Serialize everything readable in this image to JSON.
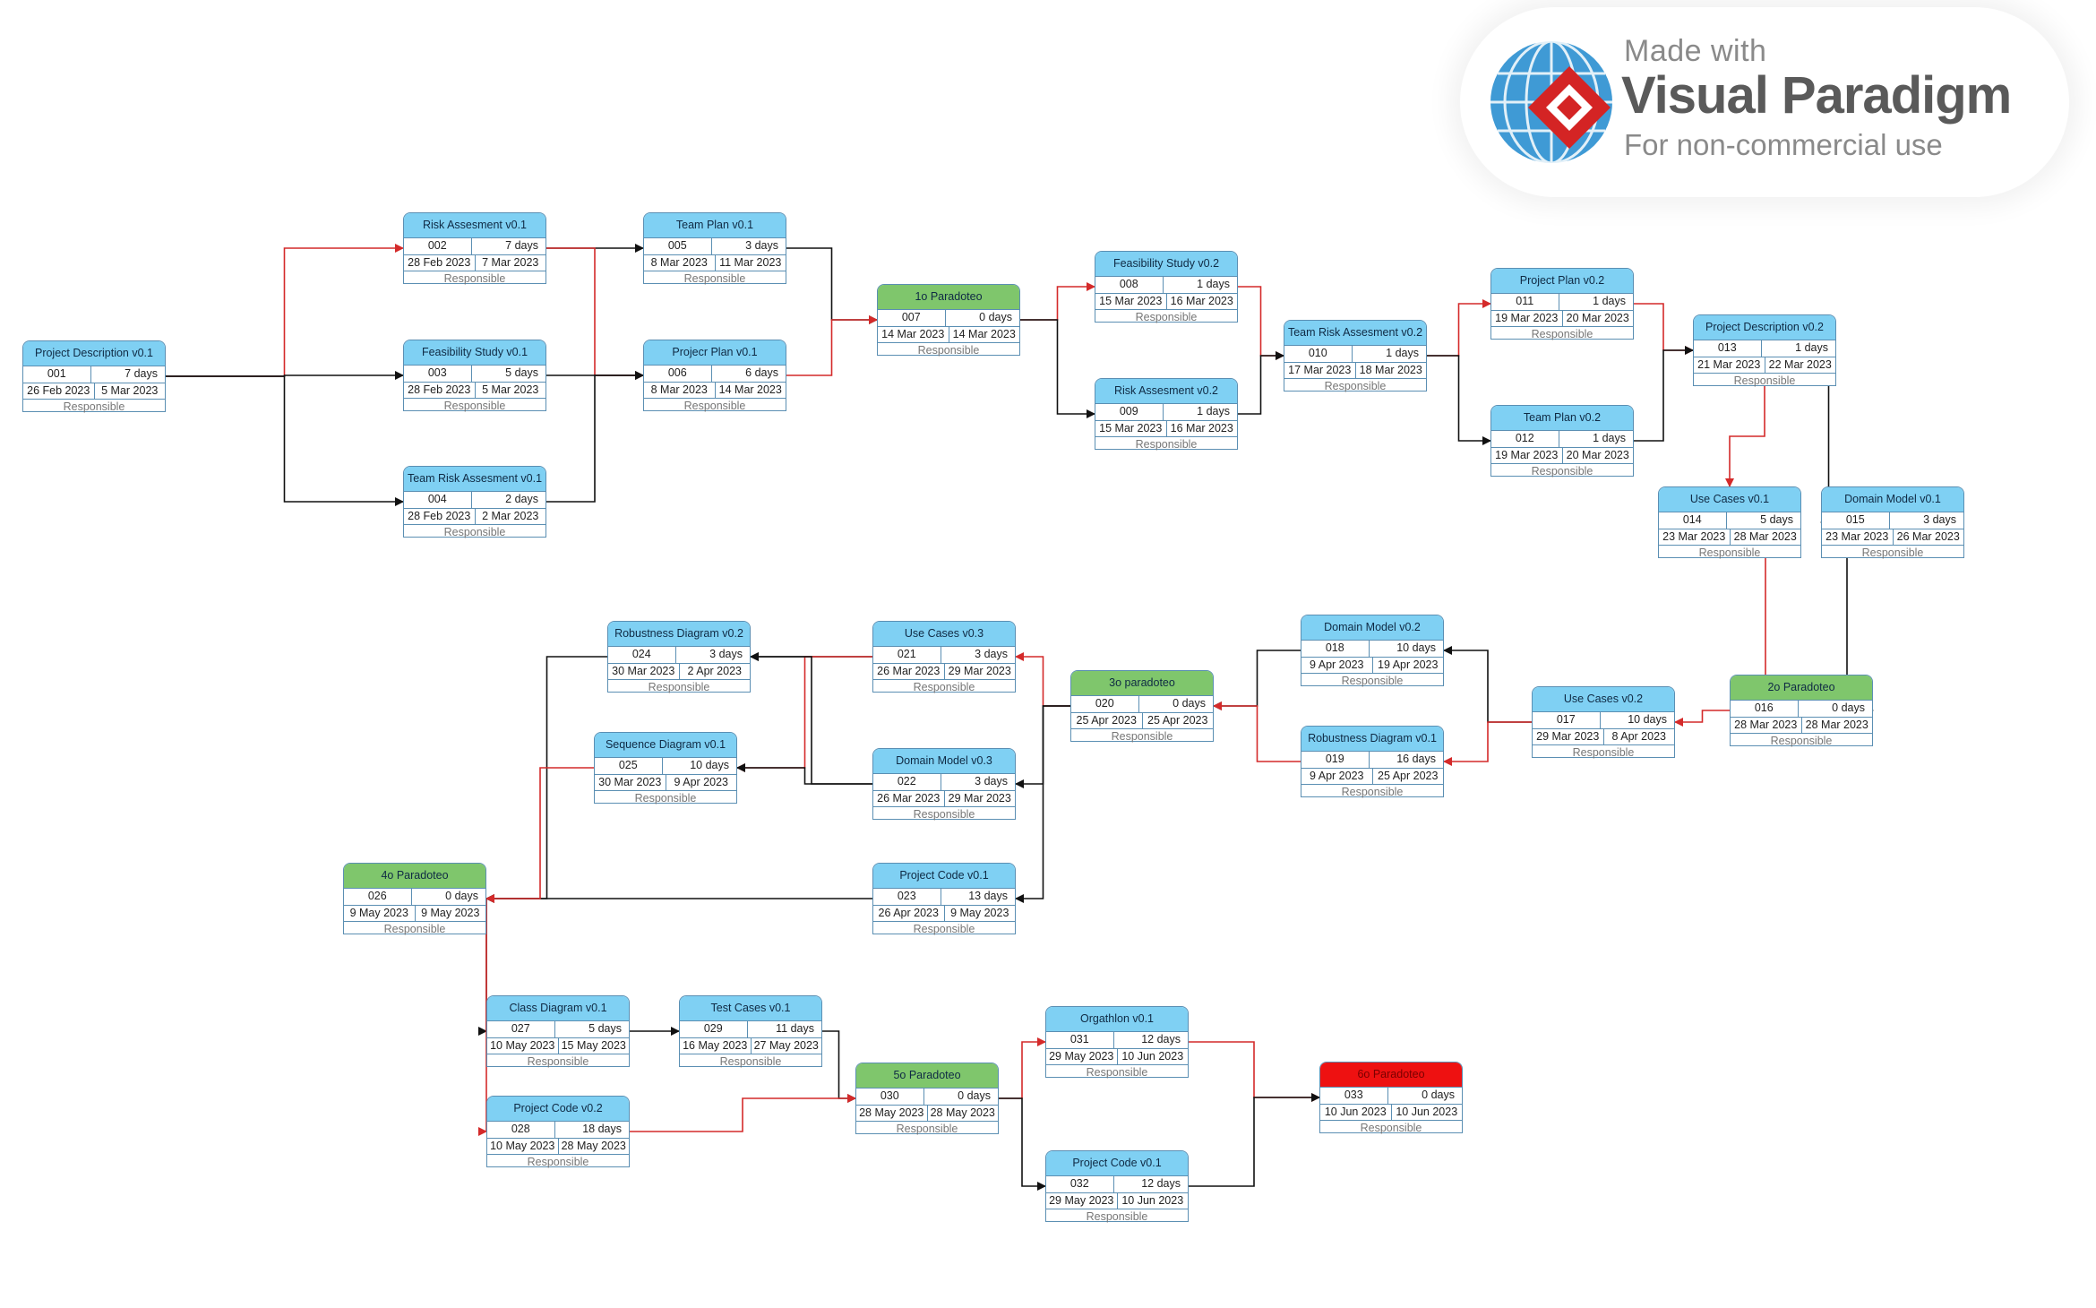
{
  "watermark": {
    "line1": "Made with",
    "line2": "Visual Paradigm",
    "line3": "For non-commercial use"
  },
  "colors": {
    "task_header": "#7fd0f3",
    "milestone_header": "#7fc66c",
    "final_header": "#ee1111",
    "critical_edge": "#d42a2a",
    "normal_edge": "#111111",
    "border": "#5b8fb3"
  },
  "nodes": [
    {
      "id": "001",
      "title": "Project Description v0.1",
      "duration": "7 days",
      "start": "26 Feb 2023",
      "end": "5 Mar 2023",
      "resp": "Responsible",
      "kind": "blue"
    },
    {
      "id": "002",
      "title": "Risk Assesment v0.1",
      "duration": "7 days",
      "start": "28 Feb 2023",
      "end": "7 Mar 2023",
      "resp": "Responsible",
      "kind": "blue"
    },
    {
      "id": "003",
      "title": "Feasibility Study v0.1",
      "duration": "5 days",
      "start": "28 Feb 2023",
      "end": "5 Mar 2023",
      "resp": "Responsible",
      "kind": "blue"
    },
    {
      "id": "004",
      "title": "Team Risk Assesment v0.1",
      "duration": "2 days",
      "start": "28 Feb 2023",
      "end": "2 Mar 2023",
      "resp": "Responsible",
      "kind": "blue"
    },
    {
      "id": "005",
      "title": "Team Plan v0.1",
      "duration": "3 days",
      "start": "8 Mar 2023",
      "end": "11 Mar 2023",
      "resp": "Responsible",
      "kind": "blue"
    },
    {
      "id": "006",
      "title": "Projecr Plan v0.1",
      "duration": "6 days",
      "start": "8 Mar 2023",
      "end": "14 Mar 2023",
      "resp": "Responsible",
      "kind": "blue"
    },
    {
      "id": "007",
      "title": "1o Paradoteo",
      "duration": "0 days",
      "start": "14 Mar 2023",
      "end": "14 Mar 2023",
      "resp": "Responsible",
      "kind": "green"
    },
    {
      "id": "008",
      "title": "Feasibility Study v0.2",
      "duration": "1 days",
      "start": "15 Mar 2023",
      "end": "16 Mar 2023",
      "resp": "Responsible",
      "kind": "blue"
    },
    {
      "id": "009",
      "title": "Risk Assesment v0.2",
      "duration": "1 days",
      "start": "15 Mar 2023",
      "end": "16 Mar 2023",
      "resp": "Responsible",
      "kind": "blue"
    },
    {
      "id": "010",
      "title": "Team Risk Assesment v0.2",
      "duration": "1 days",
      "start": "17 Mar 2023",
      "end": "18 Mar 2023",
      "resp": "Responsible",
      "kind": "blue"
    },
    {
      "id": "011",
      "title": "Project Plan v0.2",
      "duration": "1 days",
      "start": "19 Mar 2023",
      "end": "20 Mar 2023",
      "resp": "Responsible",
      "kind": "blue"
    },
    {
      "id": "012",
      "title": "Team Plan v0.2",
      "duration": "1 days",
      "start": "19 Mar 2023",
      "end": "20 Mar 2023",
      "resp": "Responsible",
      "kind": "blue"
    },
    {
      "id": "013",
      "title": "Project Description v0.2",
      "duration": "1 days",
      "start": "21 Mar 2023",
      "end": "22 Mar 2023",
      "resp": "Responsible",
      "kind": "blue"
    },
    {
      "id": "014",
      "title": "Use Cases v0.1",
      "duration": "5 days",
      "start": "23 Mar 2023",
      "end": "28 Mar 2023",
      "resp": "Responsible",
      "kind": "blue"
    },
    {
      "id": "015",
      "title": "Domain Model v0.1",
      "duration": "3 days",
      "start": "23 Mar 2023",
      "end": "26 Mar 2023",
      "resp": "Responsible",
      "kind": "blue"
    },
    {
      "id": "016",
      "title": "2o Paradoteo",
      "duration": "0 days",
      "start": "28 Mar 2023",
      "end": "28 Mar 2023",
      "resp": "Responsible",
      "kind": "green"
    },
    {
      "id": "017",
      "title": "Use Cases v0.2",
      "duration": "10 days",
      "start": "29 Mar 2023",
      "end": "8 Apr 2023",
      "resp": "Responsible",
      "kind": "blue"
    },
    {
      "id": "018",
      "title": "Domain Model v0.2",
      "duration": "10 days",
      "start": "9 Apr 2023",
      "end": "19 Apr 2023",
      "resp": "Responsible",
      "kind": "blue"
    },
    {
      "id": "019",
      "title": "Robustness Diagram v0.1",
      "duration": "16 days",
      "start": "9 Apr 2023",
      "end": "25 Apr 2023",
      "resp": "Responsible",
      "kind": "blue"
    },
    {
      "id": "020",
      "title": "3o paradoteo",
      "duration": "0 days",
      "start": "25 Apr 2023",
      "end": "25 Apr 2023",
      "resp": "Responsible",
      "kind": "green"
    },
    {
      "id": "021",
      "title": "Use Cases v0.3",
      "duration": "3 days",
      "start": "26 Mar 2023",
      "end": "29 Mar 2023",
      "resp": "Responsible",
      "kind": "blue"
    },
    {
      "id": "022",
      "title": "Domain Model v0.3",
      "duration": "3 days",
      "start": "26 Mar 2023",
      "end": "29 Mar 2023",
      "resp": "Responsible",
      "kind": "blue"
    },
    {
      "id": "023",
      "title": "Project Code v0.1",
      "duration": "13 days",
      "start": "26 Apr 2023",
      "end": "9 May 2023",
      "resp": "Responsible",
      "kind": "blue"
    },
    {
      "id": "024",
      "title": "Robustness Diagram v0.2",
      "duration": "3 days",
      "start": "30 Mar 2023",
      "end": "2 Apr 2023",
      "resp": "Responsible",
      "kind": "blue"
    },
    {
      "id": "025",
      "title": "Sequence Diagram v0.1",
      "duration": "10 days",
      "start": "30 Mar 2023",
      "end": "9 Apr 2023",
      "resp": "Responsible",
      "kind": "blue"
    },
    {
      "id": "026",
      "title": "4o Paradoteo",
      "duration": "0 days",
      "start": "9 May 2023",
      "end": "9 May 2023",
      "resp": "Responsible",
      "kind": "green"
    },
    {
      "id": "027",
      "title": "Class Diagram v0.1",
      "duration": "5 days",
      "start": "10 May 2023",
      "end": "15 May 2023",
      "resp": "Responsible",
      "kind": "blue"
    },
    {
      "id": "028",
      "title": "Project Code v0.2",
      "duration": "18 days",
      "start": "10 May 2023",
      "end": "28 May 2023",
      "resp": "Responsible",
      "kind": "blue"
    },
    {
      "id": "029",
      "title": "Test Cases v0.1",
      "duration": "11 days",
      "start": "16 May 2023",
      "end": "27 May 2023",
      "resp": "Responsible",
      "kind": "blue"
    },
    {
      "id": "030",
      "title": "5o Paradoteo",
      "duration": "0 days",
      "start": "28 May 2023",
      "end": "28 May 2023",
      "resp": "Responsible",
      "kind": "green"
    },
    {
      "id": "031",
      "title": "Orgathlon v0.1",
      "duration": "12 days",
      "start": "29 May 2023",
      "end": "10 Jun 2023",
      "resp": "Responsible",
      "kind": "blue"
    },
    {
      "id": "032",
      "title": "Project Code v0.1",
      "duration": "12 days",
      "start": "29 May 2023",
      "end": "10 Jun 2023",
      "resp": "Responsible",
      "kind": "blue"
    },
    {
      "id": "033",
      "title": "6o Paradoteo",
      "duration": "0 days",
      "start": "10 Jun 2023",
      "end": "10 Jun 2023",
      "resp": "Responsible",
      "kind": "red"
    }
  ],
  "edges": [
    {
      "from": "001",
      "to": "002",
      "critical": true
    },
    {
      "from": "001",
      "to": "003",
      "critical": false
    },
    {
      "from": "001",
      "to": "004",
      "critical": false
    },
    {
      "from": "002",
      "to": "005",
      "critical": false
    },
    {
      "from": "002",
      "to": "006",
      "critical": true
    },
    {
      "from": "003",
      "to": "006",
      "critical": false
    },
    {
      "from": "004",
      "to": "006",
      "critical": false
    },
    {
      "from": "005",
      "to": "007",
      "critical": false
    },
    {
      "from": "006",
      "to": "007",
      "critical": true
    },
    {
      "from": "007",
      "to": "008",
      "critical": true
    },
    {
      "from": "007",
      "to": "009",
      "critical": false
    },
    {
      "from": "008",
      "to": "010",
      "critical": true
    },
    {
      "from": "009",
      "to": "010",
      "critical": false
    },
    {
      "from": "010",
      "to": "011",
      "critical": true
    },
    {
      "from": "010",
      "to": "012",
      "critical": false
    },
    {
      "from": "011",
      "to": "013",
      "critical": true
    },
    {
      "from": "012",
      "to": "013",
      "critical": false
    },
    {
      "from": "013",
      "to": "014",
      "critical": true
    },
    {
      "from": "013",
      "to": "015",
      "critical": false
    },
    {
      "from": "014",
      "to": "016",
      "critical": true
    },
    {
      "from": "015",
      "to": "016",
      "critical": false
    },
    {
      "from": "016",
      "to": "017",
      "critical": true
    },
    {
      "from": "017",
      "to": "018",
      "critical": false
    },
    {
      "from": "017",
      "to": "019",
      "critical": true
    },
    {
      "from": "018",
      "to": "020",
      "critical": false
    },
    {
      "from": "019",
      "to": "020",
      "critical": true
    },
    {
      "from": "020",
      "to": "021",
      "critical": true
    },
    {
      "from": "020",
      "to": "022",
      "critical": false
    },
    {
      "from": "020",
      "to": "023",
      "critical": false
    },
    {
      "from": "021",
      "to": "024",
      "critical": false
    },
    {
      "from": "021",
      "to": "025",
      "critical": true
    },
    {
      "from": "022",
      "to": "024",
      "critical": false
    },
    {
      "from": "022",
      "to": "025",
      "critical": false
    },
    {
      "from": "023",
      "to": "026",
      "critical": false
    },
    {
      "from": "024",
      "to": "026",
      "critical": false
    },
    {
      "from": "025",
      "to": "026",
      "critical": true
    },
    {
      "from": "026",
      "to": "027",
      "critical": false
    },
    {
      "from": "026",
      "to": "028",
      "critical": true
    },
    {
      "from": "027",
      "to": "029",
      "critical": false
    },
    {
      "from": "029",
      "to": "030",
      "critical": false
    },
    {
      "from": "028",
      "to": "030",
      "critical": true
    },
    {
      "from": "030",
      "to": "031",
      "critical": true
    },
    {
      "from": "030",
      "to": "032",
      "critical": false
    },
    {
      "from": "031",
      "to": "033",
      "critical": true
    },
    {
      "from": "032",
      "to": "033",
      "critical": false
    }
  ]
}
